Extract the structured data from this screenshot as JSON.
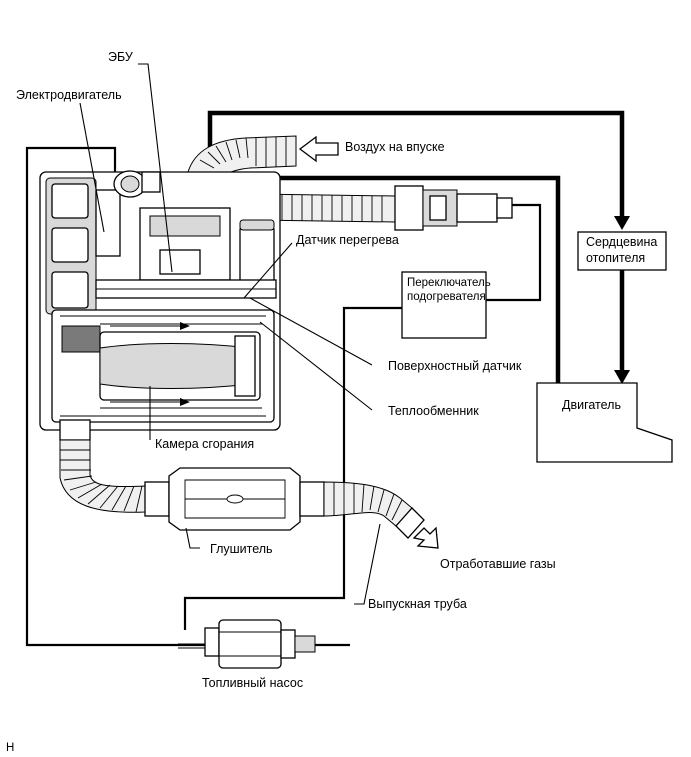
{
  "labels": {
    "motor": "Электродвигатель",
    "ecu": "ЭБУ",
    "air_intake": "Воздух на впуске",
    "overheat_sensor": "Датчик перегрева",
    "heater_core_line1": "Сердцевина",
    "heater_core_line2": "отопителя",
    "heater_switch_line1": "Переключатель",
    "heater_switch_line2": "подогревателя",
    "surface_sensor": "Поверхностный датчик",
    "engine": "Двигатель",
    "heat_exchanger": "Теплообменник",
    "combustion_chamber": "Камера сгорания",
    "muffler": "Глушитель",
    "exhaust_gases": "Отработавшие газы",
    "exhaust_pipe": "Выпускная труба",
    "fuel_pump": "Топливный насос",
    "corner_mark": "H"
  },
  "icons": {
    "air_arrow": "outline-arrow-left-icon",
    "exhaust_arrow": "outline-arrow-down-right-icon",
    "flow_arrow": "solid-arrow-down-icon"
  },
  "colors": {
    "line": "#000000",
    "background": "#ffffff",
    "part_shading": "#d9d9d9"
  }
}
